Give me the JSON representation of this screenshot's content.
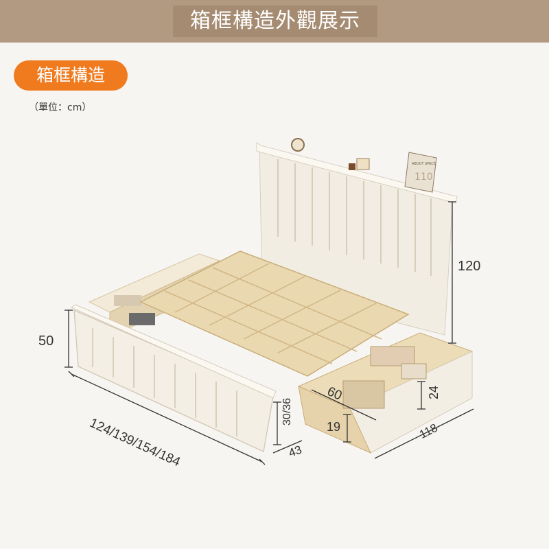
{
  "header": {
    "title": "箱框構造外觀展示"
  },
  "section": {
    "label": "箱框構造",
    "unit_note": "（單位：cm）"
  },
  "dimensions": {
    "headboard_height": "120",
    "footboard_height": "50",
    "bed_width": "124/139/154/184",
    "drawer_length": "118",
    "drawer_depth": "60",
    "drawer_side_height": "24",
    "drawer_inner_height": "19",
    "drawer_front_height": "30/36",
    "drawer_front_depth": "43"
  },
  "props": {
    "book_title": "ABOUT SPACE",
    "book_number": "110"
  },
  "colors": {
    "banner": "#b29a82",
    "accent": "#f07a1e",
    "bed_white": "#f2ede2",
    "pine": "#ead8b1"
  }
}
